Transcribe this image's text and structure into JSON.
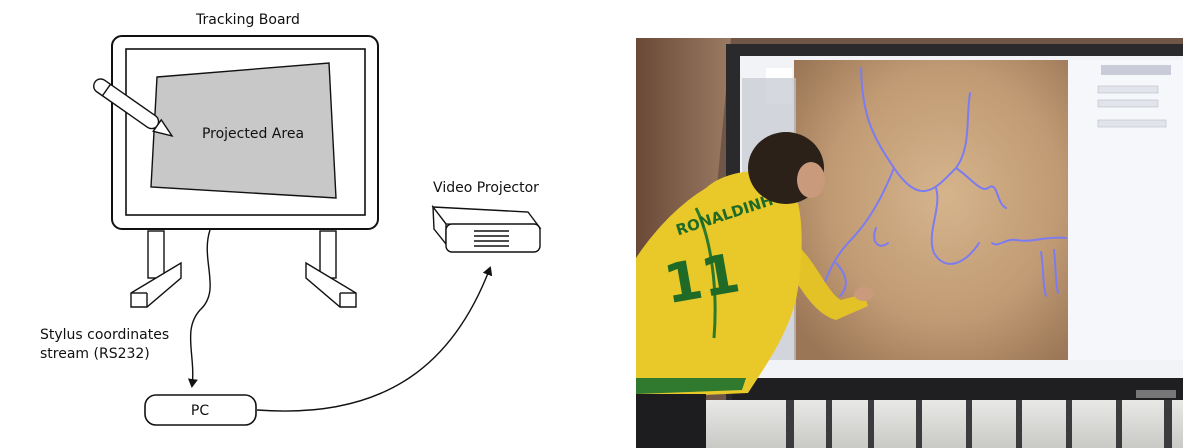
{
  "diagram": {
    "board_title": "Tracking Board",
    "projected_area_label": "Projected Area",
    "projector_label": "Video Projector",
    "stream_label_line1": "Stylus coordinates",
    "stream_label_line2": "stream (RS232)",
    "pc_label": "PC"
  },
  "photo": {
    "subject": "child drawing with stylus on interactive whiteboard showing projected cave-art image",
    "jersey_text": "RONALDINHO",
    "jersey_number": "11"
  }
}
